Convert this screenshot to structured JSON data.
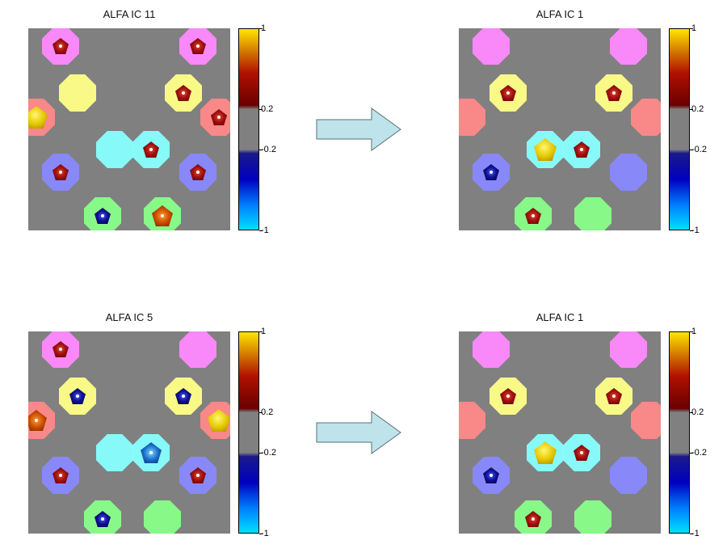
{
  "colors": {
    "background": "#808080",
    "magenta": "#ff88ff",
    "yellow": "#ffff88",
    "salmon": "#ff8888",
    "cyan": "#88ffff",
    "blue": "#8888ff",
    "green": "#88ff88",
    "arrow_fill": "#bfe3ea",
    "arrow_stroke": "#5a6f75"
  },
  "colorbar": {
    "ticks": [
      "1",
      "0.2",
      "-0.2",
      "-1"
    ]
  },
  "panels": [
    {
      "title": "ALFA IC 11",
      "nodes": [
        {
          "halo": "magenta",
          "blob": "darkred",
          "dot": true
        },
        {
          "halo": "magenta",
          "blob": "darkred",
          "dot": true
        },
        {
          "halo": "yellow",
          "blob": null,
          "dot": false
        },
        {
          "halo": "yellow",
          "blob": "darkred",
          "dot": true
        },
        {
          "halo": "salmon",
          "blob": "yellow",
          "dot": false
        },
        {
          "halo": "salmon",
          "blob": "darkred",
          "dot": true
        },
        {
          "halo": "cyan",
          "blob": null,
          "dot": false
        },
        {
          "halo": "cyan",
          "blob": "darkred",
          "dot": true
        },
        {
          "halo": "blue",
          "blob": "darkred",
          "dot": true
        },
        {
          "halo": "blue",
          "blob": "darkred",
          "dot": true
        },
        {
          "halo": "green",
          "blob": "navy",
          "dot": true
        },
        {
          "halo": "green",
          "blob": "orange",
          "dot": true
        }
      ]
    },
    {
      "title": "ALFA IC 1",
      "nodes": [
        {
          "halo": "magenta",
          "blob": null,
          "dot": false
        },
        {
          "halo": "magenta",
          "blob": null,
          "dot": false
        },
        {
          "halo": "yellow",
          "blob": "darkred",
          "dot": true
        },
        {
          "halo": "yellow",
          "blob": "darkred",
          "dot": true
        },
        {
          "halo": "salmon",
          "blob": null,
          "dot": false
        },
        {
          "halo": "salmon",
          "blob": null,
          "dot": false
        },
        {
          "halo": "cyan",
          "blob": "yellow",
          "dot": false
        },
        {
          "halo": "cyan",
          "blob": "darkred",
          "dot": true
        },
        {
          "halo": "blue",
          "blob": "navy",
          "dot": true
        },
        {
          "halo": "blue",
          "blob": null,
          "dot": false
        },
        {
          "halo": "green",
          "blob": "darkred",
          "dot": true
        },
        {
          "halo": "green",
          "blob": null,
          "dot": false
        }
      ]
    },
    {
      "title": "ALFA IC 5",
      "nodes": [
        {
          "halo": "magenta",
          "blob": "darkred",
          "dot": true
        },
        {
          "halo": "magenta",
          "blob": null,
          "dot": false
        },
        {
          "halo": "yellow",
          "blob": "navy",
          "dot": true
        },
        {
          "halo": "yellow",
          "blob": "navy",
          "dot": true
        },
        {
          "halo": "salmon",
          "blob": "orange",
          "dot": true
        },
        {
          "halo": "salmon",
          "blob": "yellow",
          "dot": false
        },
        {
          "halo": "cyan",
          "blob": null,
          "dot": false
        },
        {
          "halo": "cyan",
          "blob": "steelblue",
          "dot": true
        },
        {
          "halo": "blue",
          "blob": "darkred",
          "dot": true
        },
        {
          "halo": "blue",
          "blob": "darkred",
          "dot": true
        },
        {
          "halo": "green",
          "blob": "navy",
          "dot": true
        },
        {
          "halo": "green",
          "blob": null,
          "dot": false
        }
      ]
    },
    {
      "title": "ALFA IC 1",
      "nodes": [
        {
          "halo": "magenta",
          "blob": null,
          "dot": false
        },
        {
          "halo": "magenta",
          "blob": null,
          "dot": false
        },
        {
          "halo": "yellow",
          "blob": "darkred",
          "dot": true
        },
        {
          "halo": "yellow",
          "blob": "darkred",
          "dot": true
        },
        {
          "halo": "salmon",
          "blob": null,
          "dot": false
        },
        {
          "halo": "salmon",
          "blob": null,
          "dot": false
        },
        {
          "halo": "cyan",
          "blob": "yellow",
          "dot": false
        },
        {
          "halo": "cyan",
          "blob": "darkred",
          "dot": true
        },
        {
          "halo": "blue",
          "blob": "navy",
          "dot": true
        },
        {
          "halo": "blue",
          "blob": null,
          "dot": false
        },
        {
          "halo": "green",
          "blob": "darkred",
          "dot": true
        },
        {
          "halo": "green",
          "blob": null,
          "dot": false
        }
      ]
    }
  ]
}
